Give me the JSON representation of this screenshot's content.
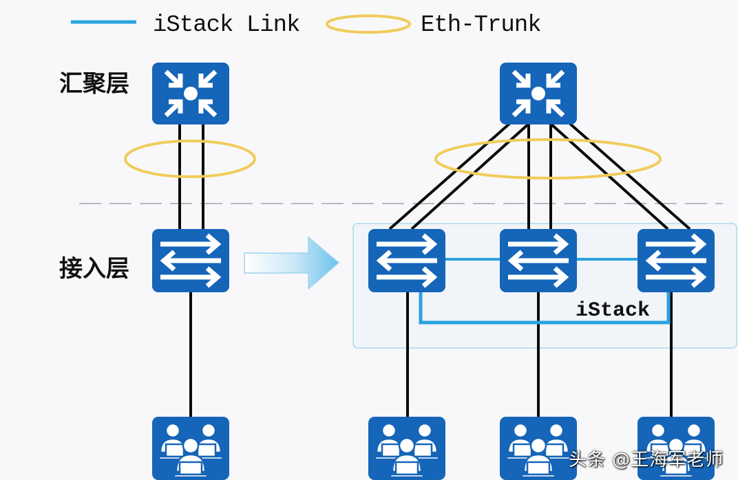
{
  "legend": {
    "istack_link_label": "iStack Link",
    "eth_trunk_label": "Eth-Trunk"
  },
  "layers": {
    "aggregation": "汇聚层",
    "access": "接入层"
  },
  "stack_label": "iStack",
  "watermark": "头条 @王海军老师",
  "colors": {
    "device_blue": "#1565b8",
    "istack_link": "#29a3e0",
    "eth_trunk": "#f0cc5a",
    "link_black": "#0a0a0a",
    "stack_box_border": "#a9dbe8",
    "stack_box_fill": "#f1f4f8",
    "divider": "#b8b8c0"
  },
  "icons": {
    "aggregation_switch": "aggregation-switch-icon",
    "access_switch": "access-switch-icon",
    "user_group": "user-group-icon",
    "transform_arrow": "right-arrow-icon"
  },
  "before": {
    "aggregation_devices": 1,
    "access_switches": 1,
    "user_groups": 1,
    "uplinks": 2
  },
  "after": {
    "aggregation_devices": 1,
    "access_switches_in_stack": 3,
    "user_groups": 3,
    "uplinks": 6
  }
}
